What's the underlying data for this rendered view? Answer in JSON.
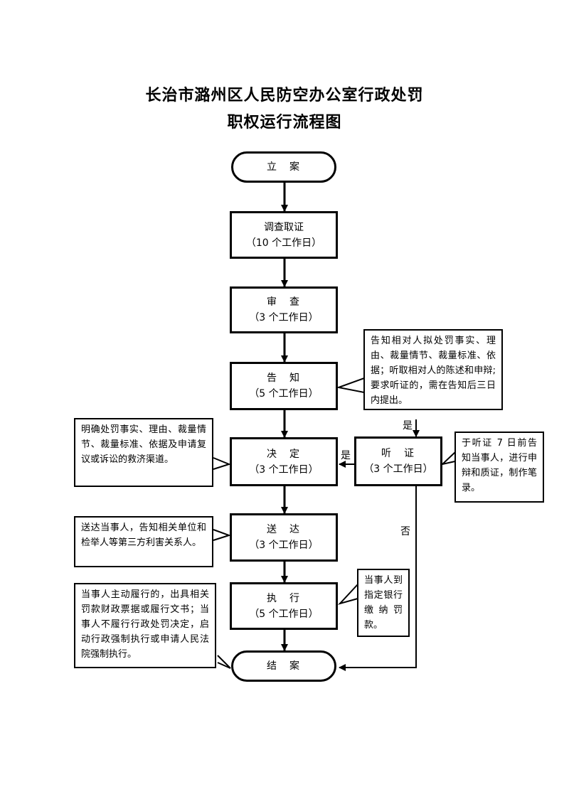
{
  "title_line1": "长治市潞州区人民防空办公室行政处罚",
  "title_line2": "职权运行流程图",
  "nodes": {
    "lian": {
      "label": "立　案"
    },
    "diaocha": {
      "label": "调查取证",
      "duration": "（10 个工作日）"
    },
    "shencha": {
      "label": "审　查",
      "duration": "（3 个工作日）"
    },
    "gaozhi": {
      "label": "告　知",
      "duration": "（5 个工作日）"
    },
    "jueding": {
      "label": "决　定",
      "duration": "（3 个工作日）"
    },
    "tingzheng": {
      "label": "听　证",
      "duration": "（3 个工作日）"
    },
    "songda": {
      "label": "送　达",
      "duration": "（3 个工作日）"
    },
    "zhixing": {
      "label": "执　行",
      "duration": "（5 个工作日）"
    },
    "jiean": {
      "label": "结　案"
    }
  },
  "notes": {
    "gaozhi": "告知相对人拟处罚事实、理由、裁量情节、裁量标准、依据；听取相对人的陈述和申辩;要求听证的，需在告知后三日内提出。",
    "jueding": "明确处罚事实、理由、裁量情节、裁量标准、依据及申请复议或诉讼的救济渠道。",
    "tingzheng": "于听证 7 日前告知当事人，进行申辩和质证，制作笔录。",
    "songda": "送达当事人，告知相关单位和检举人等第三方利害关系人。",
    "zhixing_right": "当事人到指定银行缴纳罚款。",
    "zhixing_left": "当事人主动履行的，出具相关罚款财政票据或履行文书；当事人不履行行政处罚决定，启动行政强制执行或申请人民法院强制执行。"
  },
  "edge_labels": {
    "yes_down": "是",
    "yes_left": "是",
    "no": "否"
  }
}
